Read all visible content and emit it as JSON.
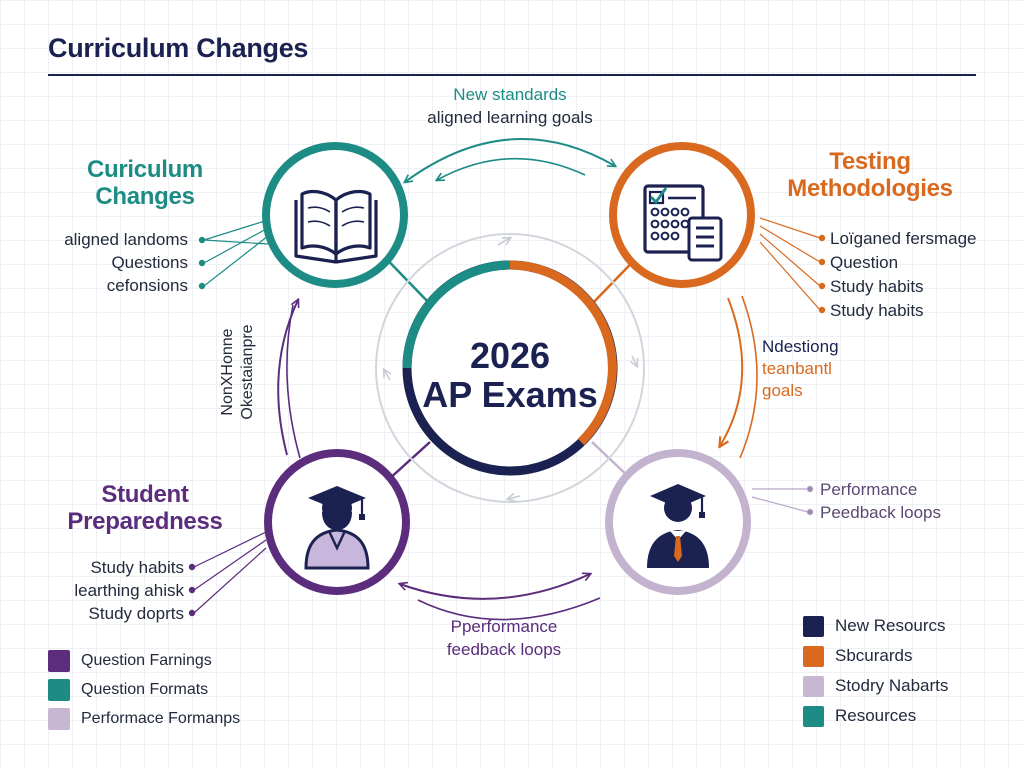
{
  "title": "Curriculum Changes",
  "center": {
    "line1": "2026",
    "line2": "AP Exams"
  },
  "top_annotation": {
    "line1": "New standards",
    "line2": "aligned learning goals"
  },
  "bottom_annotation": {
    "line1": "Pperformance",
    "line2": "feedback loops"
  },
  "left_annotation": {
    "line1": "NonXHonne",
    "line2": "Okestaianpre"
  },
  "right_annotation": {
    "line1": "Ndestiong",
    "line2": "teanbantl",
    "line3": "goals"
  },
  "nodes": {
    "curriculum": {
      "title_line1": "Curiculum",
      "title_line2": "Changes",
      "items": [
        "aligned landoms",
        "Questions",
        "cefonsions"
      ],
      "icon": "open-book-icon",
      "color": "#1c8c85"
    },
    "testing": {
      "title_line1": "Testing",
      "title_line2": "Methodologies",
      "items": [
        "Loïganed fersmage",
        "Question",
        "Study habits",
        "Study habits"
      ],
      "icon": "test-sheet-icon",
      "color": "#d9691e"
    },
    "student": {
      "title_line1": "Student",
      "title_line2": "Preparedness",
      "items": [
        "Study habits",
        "learthing ahisk",
        "Study doprts"
      ],
      "icon": "student-graduate-icon",
      "color": "#5b2d7c"
    },
    "performance": {
      "items": [
        "Performance",
        "Peedback loops"
      ],
      "icon": "graduate-teacher-icon",
      "color": "#c3b3cf"
    }
  },
  "legend_left": [
    {
      "label": "Question Farnings",
      "color": "#5b2d7c"
    },
    {
      "label": "Question Formats",
      "color": "#1c8c85"
    },
    {
      "label": "Performace Formanps",
      "color": "#c7b7d3"
    }
  ],
  "legend_right": [
    {
      "label": "New Resourcs",
      "color": "#1b2150"
    },
    {
      "label": "Sbcurards",
      "color": "#d9691e"
    },
    {
      "label": "Stodry Nabarts",
      "color": "#c7b7d3"
    },
    {
      "label": "Resources",
      "color": "#1c8c85"
    }
  ],
  "colors": {
    "navy": "#1b2150",
    "teal": "#1c8c85",
    "orange": "#d9691e",
    "purple": "#5b2d7c",
    "lavender": "#c3b3cf",
    "grey_ring": "#d2d6dc"
  }
}
